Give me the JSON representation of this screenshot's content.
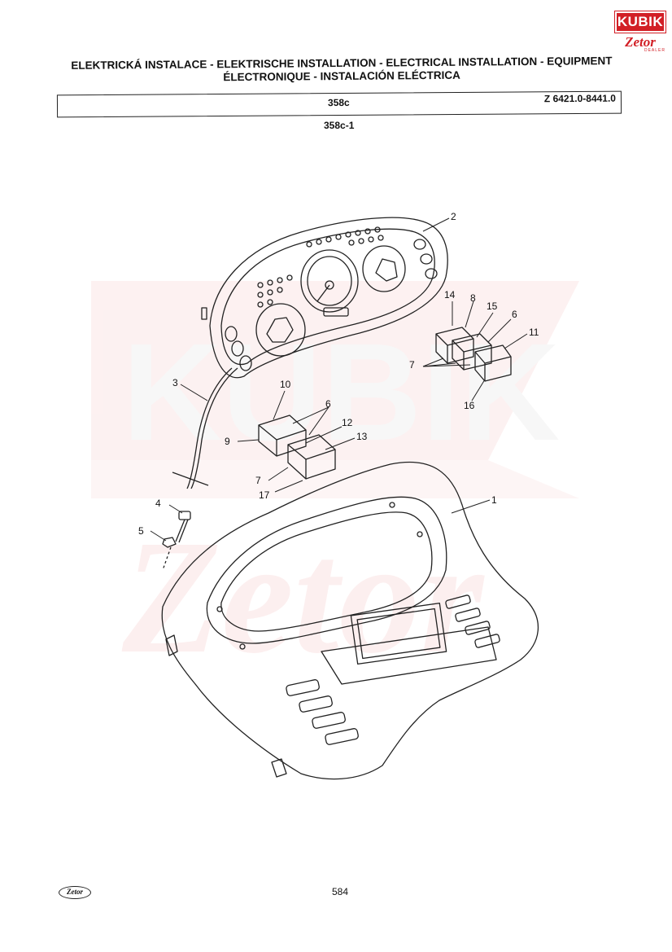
{
  "brand": {
    "kubik": "KUBIK",
    "zetor": "Zetor",
    "dealer": "DEALER",
    "footer_logo": "Zetor"
  },
  "header": {
    "title_line1": "ELEKTRICKÁ INSTALACE - ELEKTRISCHE INSTALLATION - ELECTRICAL INSTALLATION - EQUIPMENT",
    "title_line2": "ÉLECTRONIQUE - INSTALACIÓN ELÉCTRICA",
    "code": "358c",
    "model_range": "Z 6421.0-8441.0",
    "subcode": "358c-1"
  },
  "callouts": {
    "c1": "1",
    "c2": "2",
    "c3": "3",
    "c4": "4",
    "c5": "5",
    "c6a": "6",
    "c6b": "6",
    "c7a": "7",
    "c7b": "7",
    "c8": "8",
    "c9": "9",
    "c10": "10",
    "c11": "11",
    "c12": "12",
    "c13": "13",
    "c14": "14",
    "c15": "15",
    "c16": "16",
    "c17": "17"
  },
  "footer": {
    "page_number": "584"
  },
  "colors": {
    "brand_red": "#d21f26",
    "line": "#222222",
    "watermark": "#fbe3e3"
  }
}
